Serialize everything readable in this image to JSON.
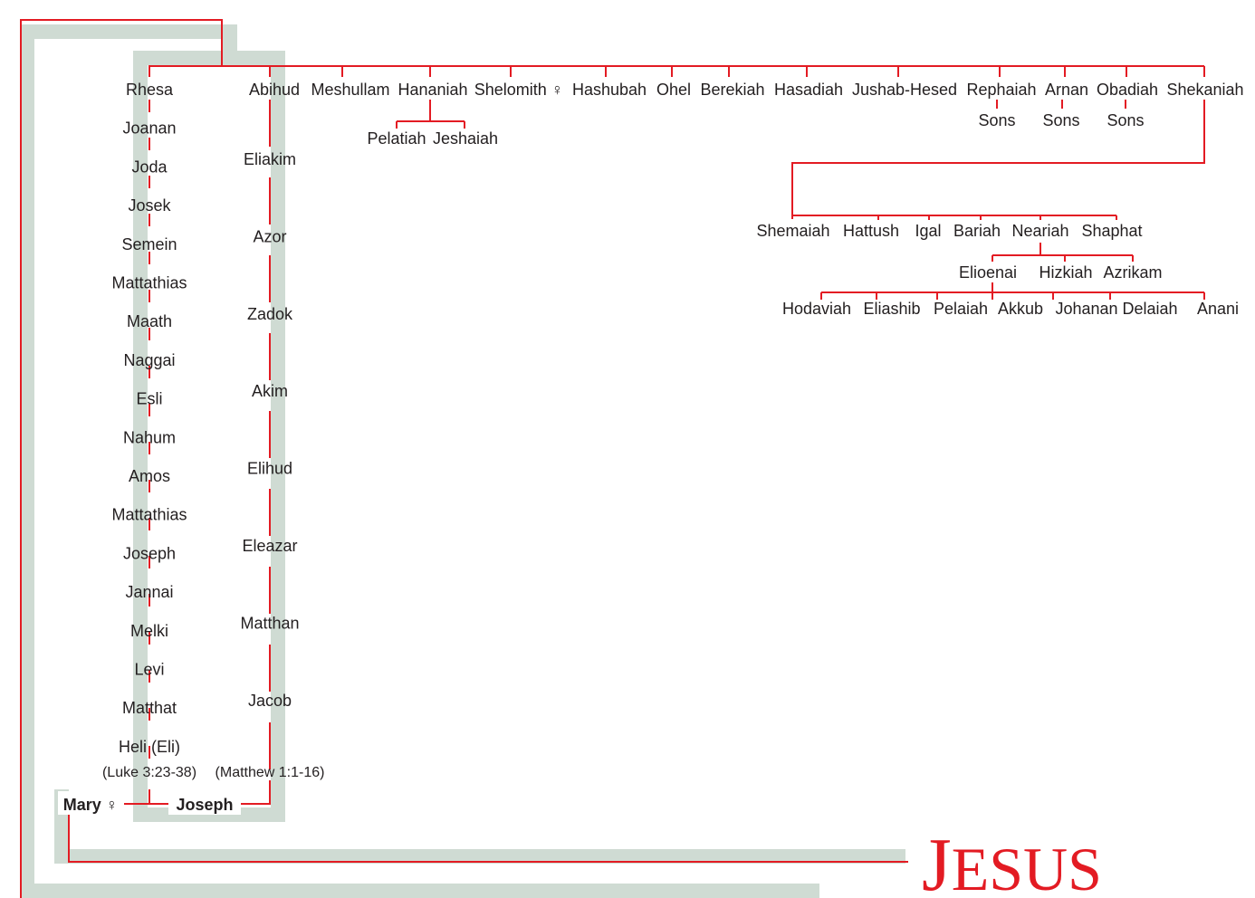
{
  "colors": {
    "line": "#e31b23",
    "band": "#cfdbd3",
    "text": "#231f20",
    "title": "#e31b23"
  },
  "title": {
    "first": "J",
    "rest": "ESUS"
  },
  "luke_line": [
    "Rhesa",
    "Joanan",
    "Joda",
    "Josek",
    "Semein",
    "Mattathias",
    "Maath",
    "Naggai",
    "Esli",
    "Nahum",
    "Amos",
    "Mattathias",
    "Joseph",
    "Jannai",
    "Melki",
    "Levi",
    "Matthat",
    "Heli (Eli)"
  ],
  "luke_ref": "(Luke 3:23-38)",
  "matthew_line": [
    "Eliakim",
    "Azor",
    "Zadok",
    "Akim",
    "Elihud",
    "Eleazar",
    "Matthan",
    "Jacob"
  ],
  "matthew_ref": "(Matthew 1:1-16)",
  "top_row": [
    "Abihud",
    "Meshullam",
    "Hananiah",
    "Shelomith ♀",
    "Hashubah",
    "Ohel",
    "Berekiah",
    "Hasadiah",
    "Jushab-Hesed",
    "Rephaiah",
    "Arnan",
    "Obadiah",
    "Shekaniah"
  ],
  "hananiah_children": [
    "Pelatiah",
    "Jeshaiah"
  ],
  "sons_label": "Sons",
  "shekaniah_children": [
    "Shemaiah",
    "Hattush",
    "Igal",
    "Bariah",
    "Neariah",
    "Shaphat"
  ],
  "neariah_children": [
    "Elioenai",
    "Hizkiah",
    "Azrikam"
  ],
  "elioenai_children": [
    "Hodaviah",
    "Eliashib",
    "Pelaiah",
    "Akkub",
    "Johanan",
    "Delaiah",
    "Anani"
  ],
  "mary": "Mary ♀",
  "joseph": "Joseph"
}
